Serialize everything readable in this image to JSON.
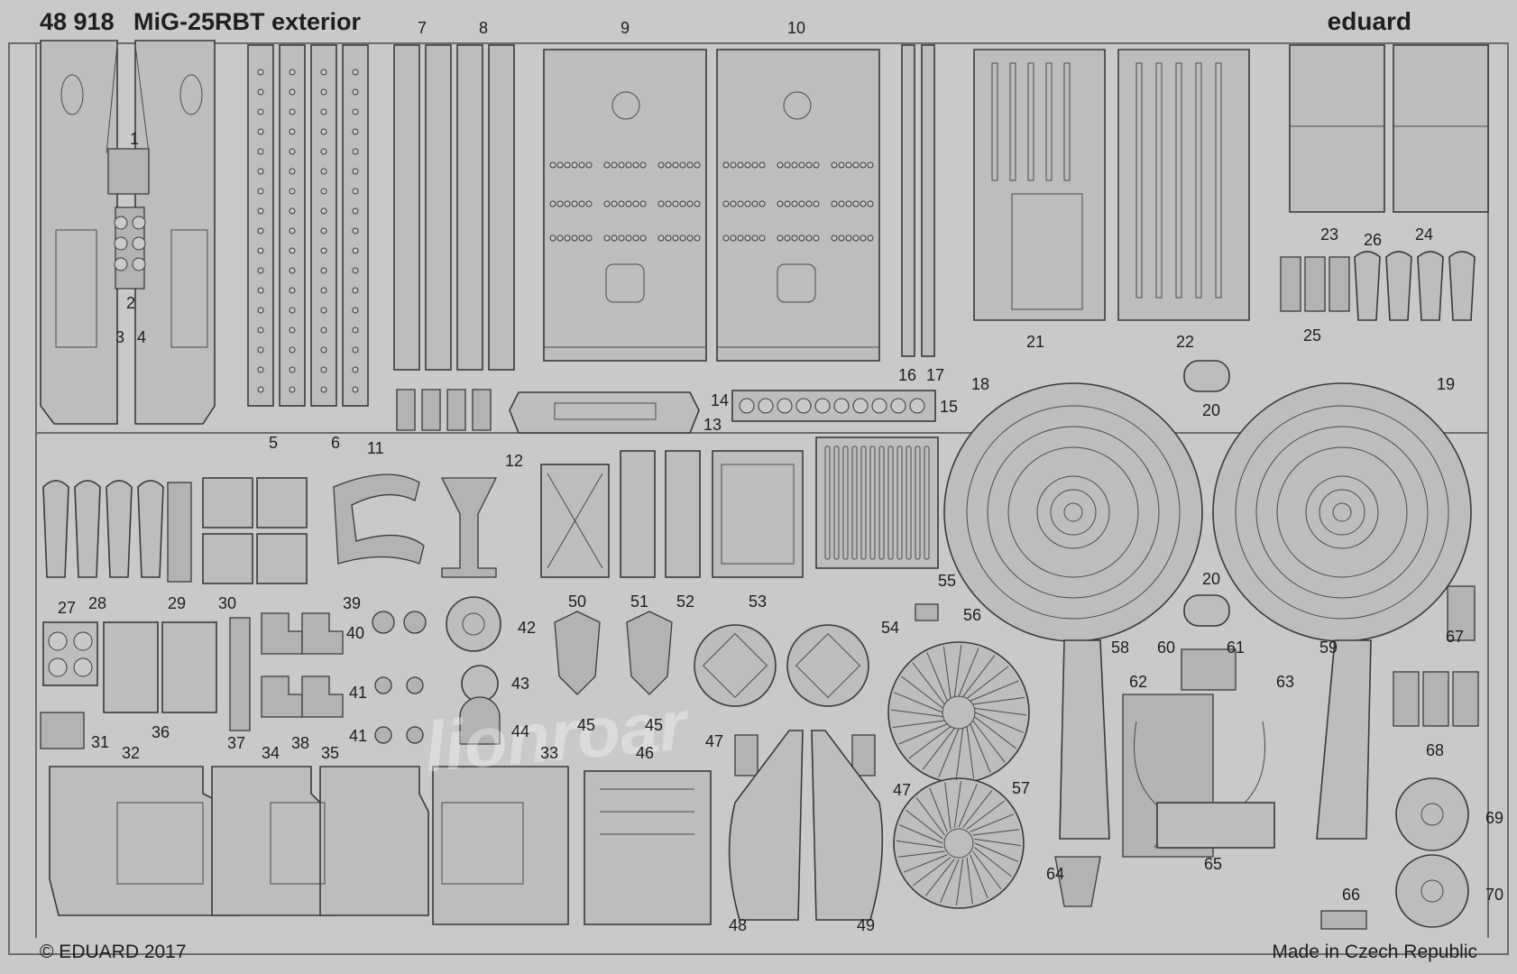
{
  "header": {
    "set_number": "48 918",
    "title": "MiG-25RBT exterior",
    "brand": "eduard"
  },
  "footer": {
    "copyright": "© EDUARD 2017",
    "origin": "Made in Czech Republic"
  },
  "part_numbers": [
    "1",
    "2",
    "3",
    "4",
    "5",
    "6",
    "7",
    "8",
    "9",
    "10",
    "11",
    "12",
    "13",
    "14",
    "15",
    "16",
    "17",
    "18",
    "19",
    "20",
    "20",
    "21",
    "22",
    "23",
    "24",
    "25",
    "26",
    "27",
    "28",
    "29",
    "30",
    "31",
    "32",
    "33",
    "34",
    "35",
    "36",
    "37",
    "38",
    "39",
    "40",
    "41",
    "41",
    "42",
    "43",
    "44",
    "45",
    "45",
    "46",
    "47",
    "47",
    "48",
    "49",
    "50",
    "51",
    "52",
    "53",
    "54",
    "55",
    "56",
    "57",
    "58",
    "59",
    "60",
    "61",
    "62",
    "63",
    "64",
    "65",
    "66",
    "67",
    "68",
    "69",
    "70"
  ],
  "colors": {
    "fret_background": "#c9c9c9",
    "part_fill": "#bdbdbd",
    "outline": "#3a3a3a"
  }
}
